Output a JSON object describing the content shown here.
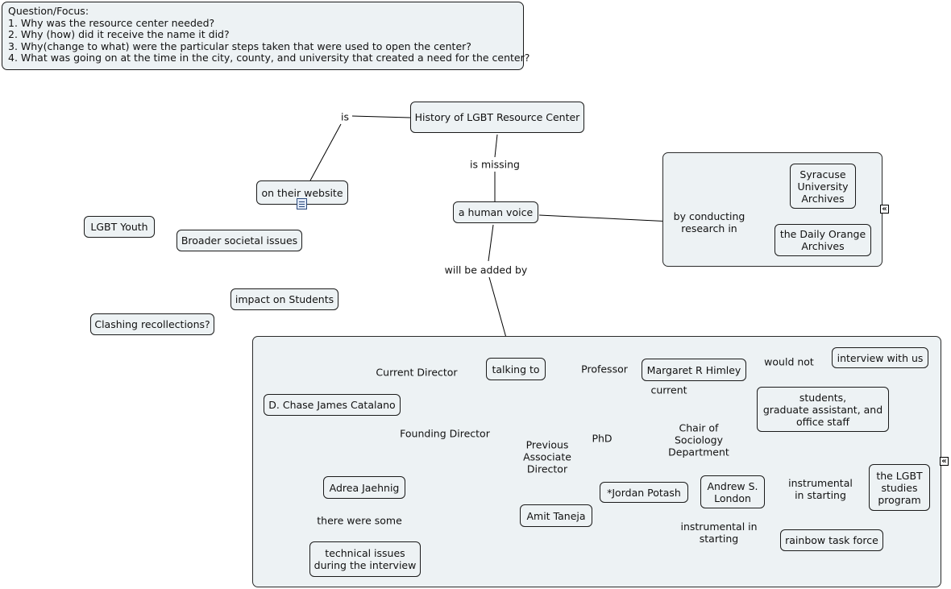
{
  "focus": {
    "title": "Question/Focus:",
    "lines": [
      "1. Why was the resource center needed?",
      "2. Why (how) did it receive the name it did?",
      "3. Why(change to what) were the particular steps taken that were used to open the center?",
      "4. What was going on at the time in the city, county, and university that created a need for the center?"
    ]
  },
  "nodes": {
    "history": "History of LGBT Resource Center",
    "website": "on their website",
    "human_voice": "a human voice",
    "syracuse": "Syracuse\nUniversity\nArchives",
    "daily_orange": "the Daily Orange\nArchives",
    "lgbt_youth": "LGBT Youth",
    "broader": "Broader societal issues",
    "impact": "impact on Students",
    "clashing": "Clashing recollections?",
    "talking": "talking to",
    "catalano": "D. Chase James Catalano",
    "himley": "Margaret R Himley",
    "interview": "interview with us",
    "students": "students,\ngraduate assistant, and\noffice staff",
    "jaehnig": "Adrea Jaehnig",
    "taneja": "Amit Taneja",
    "potash": "*Jordan Potash",
    "london": "Andrew S.\nLondon",
    "studies": "the LGBT\nstudies\nprogram",
    "technical": "technical issues\nduring the interview",
    "rainbow": "rainbow task force"
  },
  "links": {
    "is": "is",
    "is_missing": "is missing",
    "by_conducting": "by conducting\nresearch in",
    "will_be_added": "will be added by",
    "current_director": "Current Director",
    "professor": "Professor",
    "would_not": "would not",
    "current": "current",
    "founding_director": "Founding Director",
    "previous_assoc": "Previous\nAssociate\nDirector",
    "phd": "PhD",
    "chair": "Chair of\nSociology\nDepartment",
    "there_were_some": "there were some",
    "instrumental_1": "instrumental\nin starting",
    "instrumental_2": "instrumental in\nstarting"
  },
  "icons": {
    "collapse": "collapse-icon",
    "resource": "document-resource-icon"
  },
  "collapse_glyph": "«"
}
